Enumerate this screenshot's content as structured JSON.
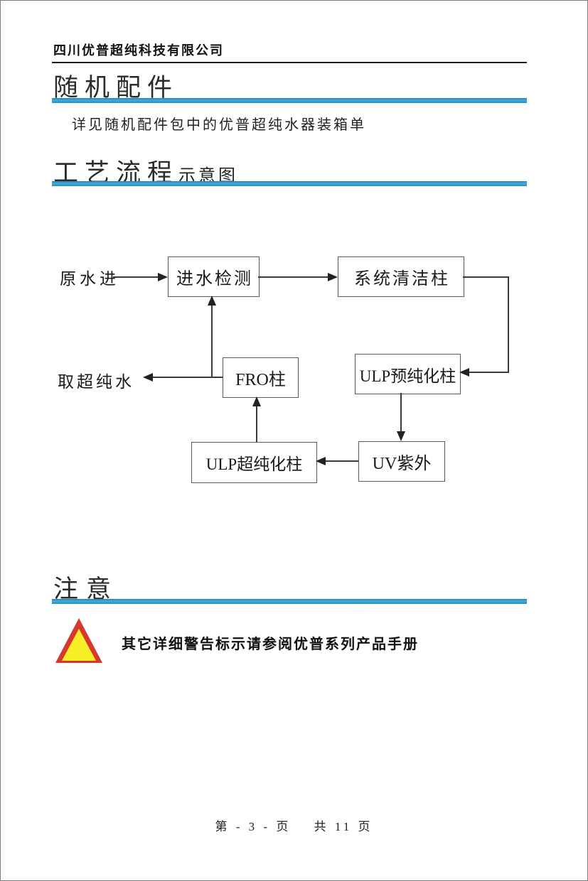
{
  "page": {
    "company": "四川优普超纯科技有限公司",
    "footer": {
      "page_label": "第 - 3 - 页",
      "total_label": "共 11 页"
    }
  },
  "sections": {
    "accessories": {
      "title": "随机配件",
      "body": "详见随机配件包中的优普超纯水器装箱单"
    },
    "process": {
      "title": "工艺流程",
      "subtitle": "示意图"
    },
    "notice": {
      "title": "注意",
      "warning_text": "其它详细警告标示请参阅优普系列产品手册"
    }
  },
  "diagram": {
    "nodes": {
      "source_label": "原水进",
      "inlet_check": "进水检测",
      "system_clean": "系统清洁柱",
      "pre_purify": "ULP预纯化柱",
      "fro": "FRO柱",
      "ultra_purify": "ULP超纯化柱",
      "uv": "UV紫外",
      "output_label": "取超纯水"
    },
    "edges": [
      {
        "from": "原水进",
        "to": "进水检测"
      },
      {
        "from": "进水检测",
        "to": "系统清洁柱"
      },
      {
        "from": "系统清洁柱",
        "to": "ULP预纯化柱"
      },
      {
        "from": "ULP预纯化柱",
        "to": "UV紫外"
      },
      {
        "from": "UV紫外",
        "to": "ULP超纯化柱"
      },
      {
        "from": "ULP超纯化柱",
        "to": "FRO柱"
      },
      {
        "from": "FRO柱",
        "to": "取超纯水"
      },
      {
        "from": "FRO柱",
        "to": "进水检测"
      }
    ]
  },
  "colors": {
    "accent_blue": "#2b9ad2",
    "warning_border_red": "#d5392b",
    "warning_fill_yellow": "#f6ee26",
    "line_color": "#3a3a3a"
  }
}
